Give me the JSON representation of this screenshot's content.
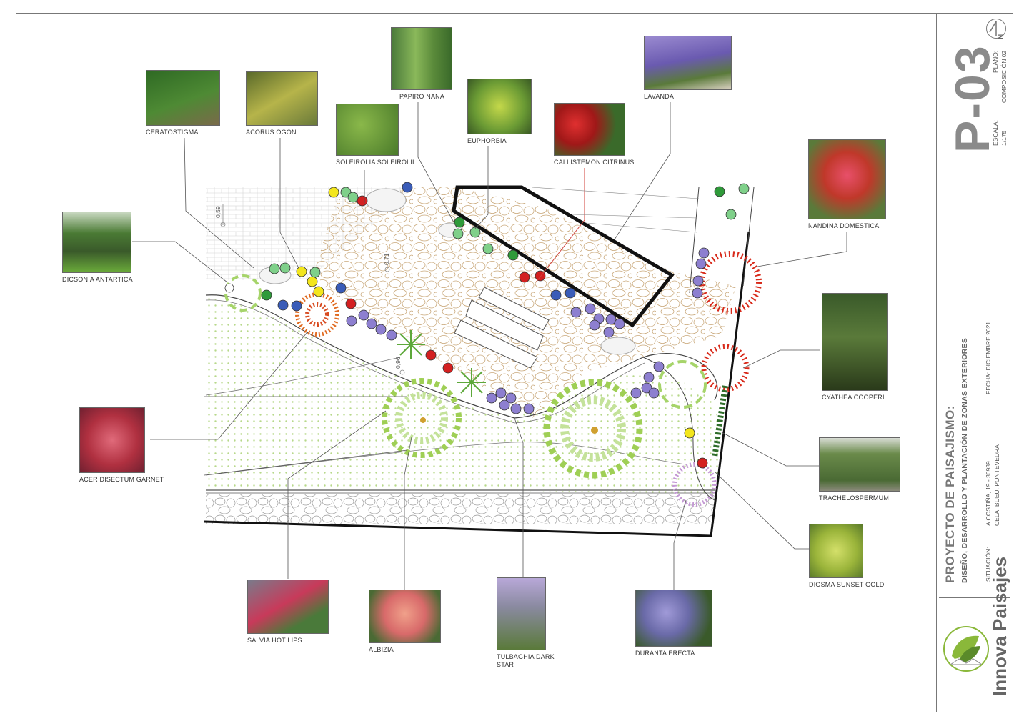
{
  "plants": [
    {
      "id": "ceratostigma",
      "label": "CERATOSTIGMA",
      "photo_color": "#3f7a2c"
    },
    {
      "id": "acorus",
      "label": "ACORUS OGON",
      "photo_color": "#9aa83a"
    },
    {
      "id": "soleirolia",
      "label": "SOLEIROLIA SOLEIROLII",
      "photo_color": "#6a9a3c"
    },
    {
      "id": "papiro",
      "label": "PAPIRO NANA",
      "photo_color": "#6f9a4a"
    },
    {
      "id": "euphorbia",
      "label": "EUPHORBIA",
      "photo_color": "#7fae44"
    },
    {
      "id": "callistemon",
      "label": "CALLISTEMON CITRINUS",
      "photo_color": "#b8282a"
    },
    {
      "id": "lavanda",
      "label": "LAVANDA",
      "photo_color": "#7c6cb0"
    },
    {
      "id": "nandina",
      "label": "NANDINA DOMESTICA",
      "photo_color": "#c54a3a"
    },
    {
      "id": "dicsonia",
      "label": "DICSONIA ANTARTICA",
      "photo_color": "#4d7d33"
    },
    {
      "id": "cyathea",
      "label": "CYATHEA COOPERI",
      "photo_color": "#3e5e2a"
    },
    {
      "id": "acer",
      "label": "ACER DISECTUM GARNET",
      "photo_color": "#b0404a"
    },
    {
      "id": "trachelospermum",
      "label": "TRACHELOSPERMUM",
      "photo_color": "#6d8a4a"
    },
    {
      "id": "diosma",
      "label": "DIOSMA SUNSET GOLD",
      "photo_color": "#9eb43a"
    },
    {
      "id": "salvia",
      "label": "SALVIA HOT LIPS",
      "photo_color": "#8a5a6a"
    },
    {
      "id": "albizia",
      "label": "ALBIZIA",
      "photo_color": "#c8786a"
    },
    {
      "id": "tulbaghia",
      "label": "TULBAGHIA DARK STAR",
      "photo_color": "#7c8a5a"
    },
    {
      "id": "duranta",
      "label": "DURANTA ERECTA",
      "photo_color": "#7f7aa8"
    }
  ],
  "dimensions": [
    "0,59",
    "0,71",
    "0,96"
  ],
  "titleblock": {
    "code": "P-03",
    "plano_label": "PLANO:",
    "plano_value": "COMPOSICIÓN 02",
    "escala_label": "ESCALA:",
    "escala_value": "1/175",
    "project_title": "PROYECTO DE PAISAJISMO:",
    "project_subtitle": "DISEÑO, DESARROLLO Y PLANTACIÓN DE ZONAS EXTERIORES",
    "fecha": "FECHA: DICIEMBRE 2021",
    "situacion_label": "SITUACIÓN:",
    "address1": "A COSTIÑA, 19 - 36939",
    "address2": "CELA, BUEU, PONTEVEDRA",
    "north": "N",
    "logo_text": "Innova Paisajes"
  },
  "colors": {
    "lawn_dot": "#b7d88a",
    "pebble_stroke": "#c9a87a",
    "marker_blue": "#3a5cb8",
    "marker_green": "#2f9a3a",
    "marker_light_green": "#7fd08a",
    "marker_yellow": "#f3e61c",
    "marker_red": "#d32020",
    "marker_lilac": "#8d7fd0"
  }
}
